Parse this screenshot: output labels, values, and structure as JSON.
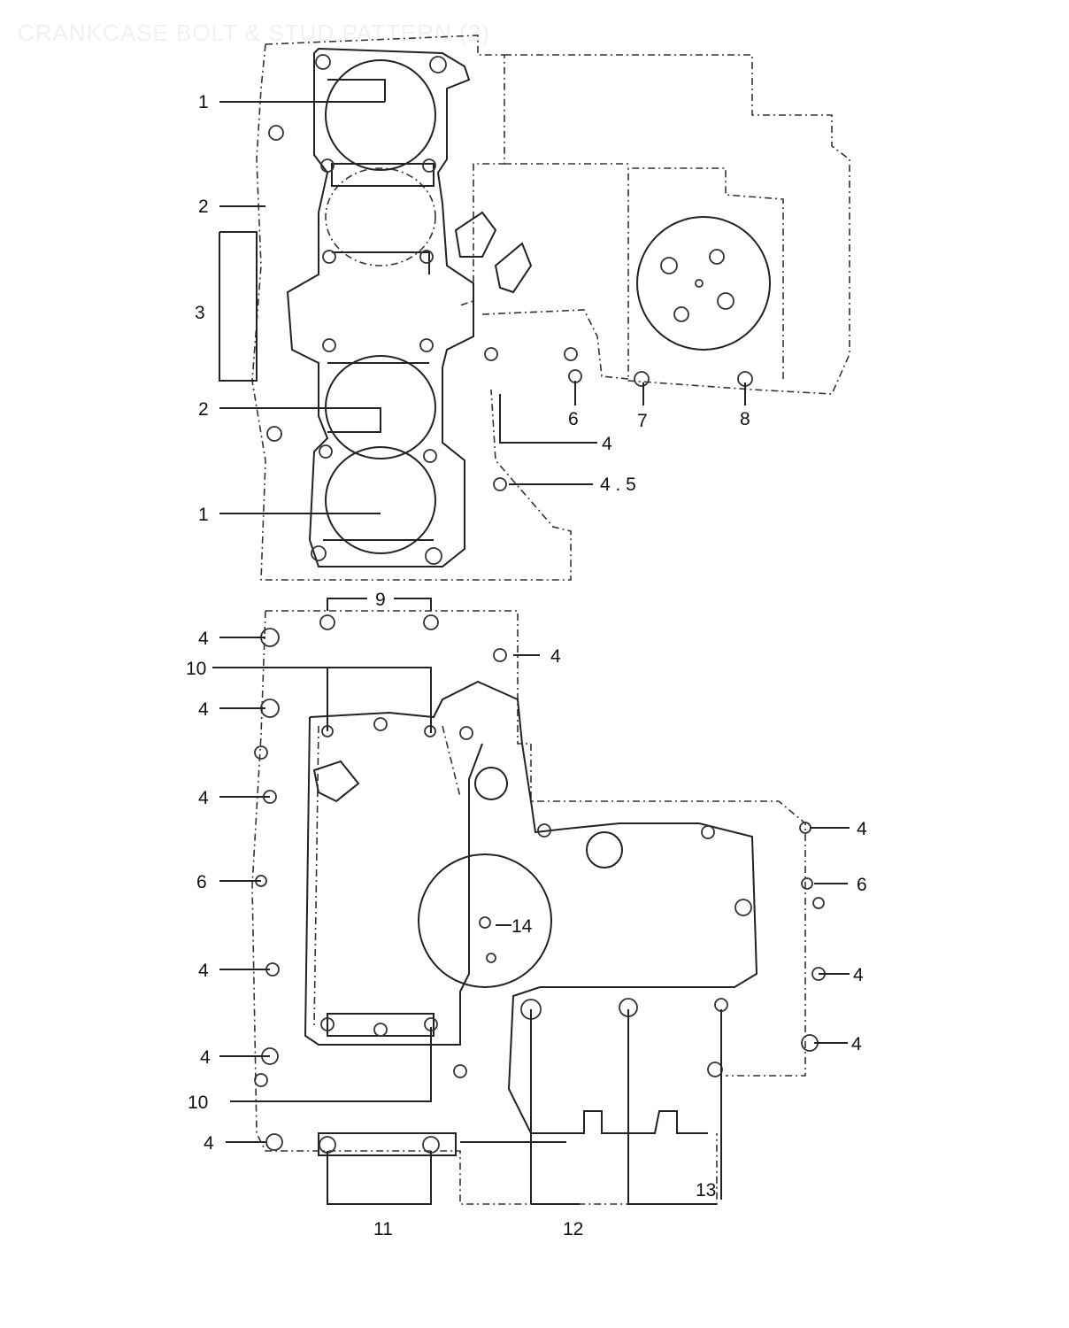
{
  "title": "CRANKCASE BOLT & STUD PATTERN (2)",
  "callouts": {
    "upper": [
      "1",
      "2",
      "3",
      "2",
      "1",
      "6",
      "7",
      "8",
      "4",
      "4 . 5"
    ],
    "lower": [
      "9",
      "4",
      "10",
      "4",
      "4",
      "4",
      "6",
      "4",
      "4",
      "10",
      "4",
      "11",
      "12",
      "13",
      "14",
      "4",
      "6",
      "4",
      "4"
    ]
  }
}
